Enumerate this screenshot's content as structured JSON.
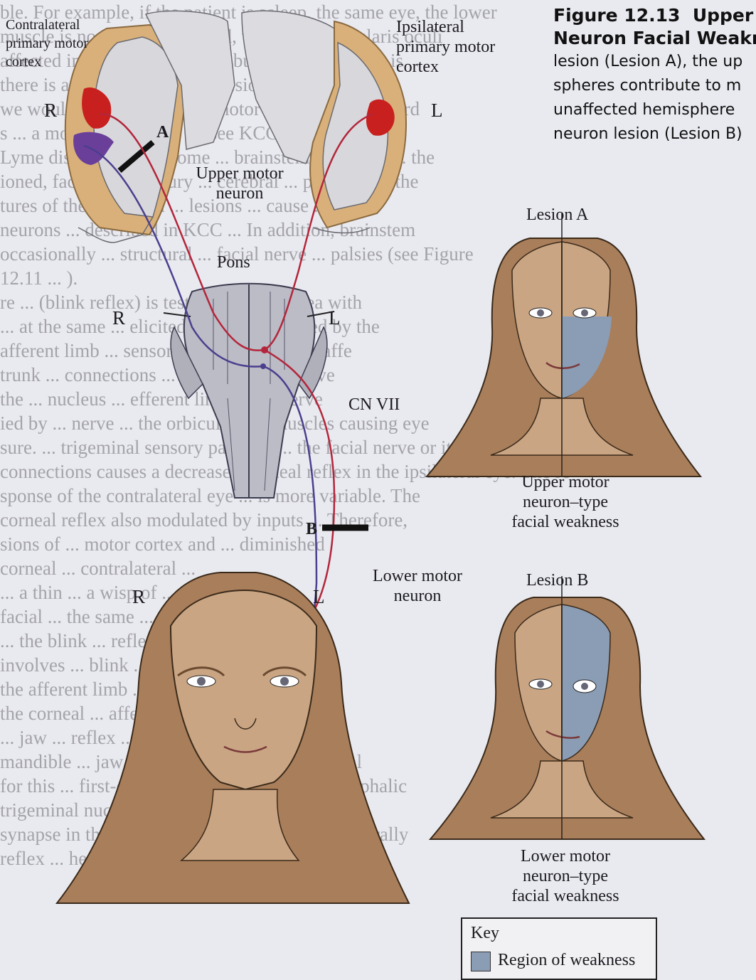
{
  "figure": {
    "number": "Figure 12.13",
    "title_line1": "Upper",
    "title_line2": "Neuron Facial Weakn",
    "caption_lines": [
      "lesion (Lesion A), the up",
      "spheres contribute to m",
      "unaffected hemisphere",
      "neuron lesion (Lesion B)"
    ]
  },
  "diagram": {
    "contralateral_cortex": [
      "Contralateral",
      "primary motor",
      "cortex"
    ],
    "ipsilateral_cortex": [
      "Ipsilateral",
      "primary motor",
      "cortex"
    ],
    "side_r_top": "R",
    "side_l_top": "L",
    "lesion_a_marker": "A",
    "upper_motor_neuron": [
      "Upper motor",
      "neuron"
    ],
    "pons": "Pons",
    "side_r_mid": "R",
    "side_l_mid": "L",
    "cn_vii": "CN VII",
    "lesion_b_marker": "B",
    "lower_motor_neuron": [
      "Lower motor",
      "neuron"
    ],
    "side_r_face": "R",
    "side_l_face": "L"
  },
  "panels": {
    "lesion_a_title": "Lesion A",
    "lesion_a_caption": [
      "Upper motor",
      "neuron–type",
      "facial weakness"
    ],
    "lesion_b_title": "Lesion B",
    "lesion_b_caption": [
      "Lower motor",
      "neuron–type",
      "facial weakness"
    ]
  },
  "key": {
    "title": "Key",
    "item": "Region of weakness",
    "weakness_color": "#8a9db5"
  },
  "colors": {
    "skin": "#c9a583",
    "hair": "#a97e5b",
    "cortex": "#d9b07a",
    "upper_tract": "#b3263b",
    "lower_tract": "#4b3f8e"
  },
  "background_text": [
    "ble. For example, if the patient is asleep, the same eye, the lower",
    "muscle is normally innervated, while the orbicularis oculi",
    "affected in a bilateral fashion, but in many cases it is",
    "there is a second pathway ... lesion may be only",
    "we would produce ... upper motor neuron look upward",
    "s ... a motor disorder of ... (see KCC ...",
    "Lyme disease) ... syndrome ... brainstem ... lesions ... the",
    "ioned, facial nerve injury ... cerebral ... paralysis ... the",
    "tures of the ... section ... lesions ... cause ... same",
    "neurons ... described in KCC ... In addition, brainstem",
    "occasionally ... structural ... facial nerve ... palsies (see Figure",
    "12.11 ... ).",
    "",
    "re ... (blink reflex) is tested ... each cornea with",
    "... at the same ... elicited ... patient, viewed by the",
    "afferent limb ... sensory ... pathways. The affe",
    "trunk ... connections ... the trigeminal nerve",
    "the ... nucleus ... efferent limb is the nerve",
    "ied by ... nerve ... the orbicularis ... muscles causing eye",
    "sure. ... trigeminal sensory pathway ... the facial nerve or its",
    "connections causes a decreased corneal reflex in the ipsilateral eye. The re",
    "sponse of the contralateral eye ... is more variable. The",
    "corneal reflex also modulated by inputs ... Therefore,",
    "sions of ... motor cortex and ... diminished",
    "corneal ... contralateral ...",
    "... a thin ... a wisp of ...",
    "facial ... the same ... ipsilateral ...",
    "... the blink ... reflex",
    "involves ... blink ... mechanism ... (CN ...)",
    "the afferent limb ... efferent ... (CN ...)",
    "the corneal ... afferent ... (CN ...)",
    "... jaw ... reflex ... jaw jerk ...",
    "mandible ... jaw jerks forward ... the trigeminal",
    "for this ... first-order ... neurons ... the mesencephalic",
    "trigeminal nucleus ... Figure 12.8 ... which send",
    "synapse in the motor trigeminal nucleus ... bilaterally",
    "reflex ... head ..."
  ]
}
